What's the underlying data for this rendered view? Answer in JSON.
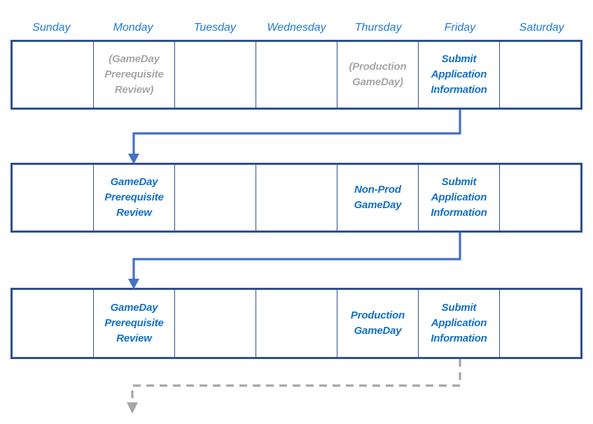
{
  "header": {
    "days": [
      {
        "label": "Sunday"
      },
      {
        "label": "Monday"
      },
      {
        "label": "Tuesday"
      },
      {
        "label": "Wednesday"
      },
      {
        "label": "Thursday"
      },
      {
        "label": "Friday"
      },
      {
        "label": "Saturday"
      }
    ]
  },
  "colors": {
    "accent_blue": "#1270C8",
    "border_blue": "#2E5090",
    "connector_blue": "#4472C4",
    "muted_gray": "#A6A6A6",
    "header_blue": "#1F7BD4"
  },
  "weeks": [
    {
      "name": "week-1",
      "cells": [
        {
          "text": "",
          "style": "blue"
        },
        {
          "text": "(GameDay Prerequisite Review)",
          "style": "gray"
        },
        {
          "text": "",
          "style": "blue"
        },
        {
          "text": "",
          "style": "blue"
        },
        {
          "text": "(Production GameDay)",
          "style": "gray"
        },
        {
          "text": "Submit Application Information",
          "style": "blue"
        },
        {
          "text": "",
          "style": "blue"
        }
      ]
    },
    {
      "name": "week-2",
      "cells": [
        {
          "text": "",
          "style": "blue"
        },
        {
          "text": "GameDay Prerequisite Review",
          "style": "blue"
        },
        {
          "text": "",
          "style": "blue"
        },
        {
          "text": "",
          "style": "blue"
        },
        {
          "text": "Non-Prod GameDay",
          "style": "blue"
        },
        {
          "text": "Submit Application Information",
          "style": "blue"
        },
        {
          "text": "",
          "style": "blue"
        }
      ]
    },
    {
      "name": "week-3",
      "cells": [
        {
          "text": "",
          "style": "blue"
        },
        {
          "text": "GameDay Prerequisite Review",
          "style": "blue"
        },
        {
          "text": "",
          "style": "blue"
        },
        {
          "text": "",
          "style": "blue"
        },
        {
          "text": "Production GameDay",
          "style": "blue"
        },
        {
          "text": "Submit Application Information",
          "style": "blue"
        },
        {
          "text": "",
          "style": "blue"
        }
      ]
    }
  ],
  "connectors": [
    {
      "name": "week1-to-week2-arrow",
      "style": "solid",
      "from": "friday-week-1",
      "to": "monday-week-2"
    },
    {
      "name": "week2-to-week3-arrow",
      "style": "solid",
      "from": "friday-week-2",
      "to": "monday-week-3"
    },
    {
      "name": "week3-continuation-arrow",
      "style": "dashed",
      "from": "friday-week-3",
      "to": "monday-next-week"
    }
  ]
}
